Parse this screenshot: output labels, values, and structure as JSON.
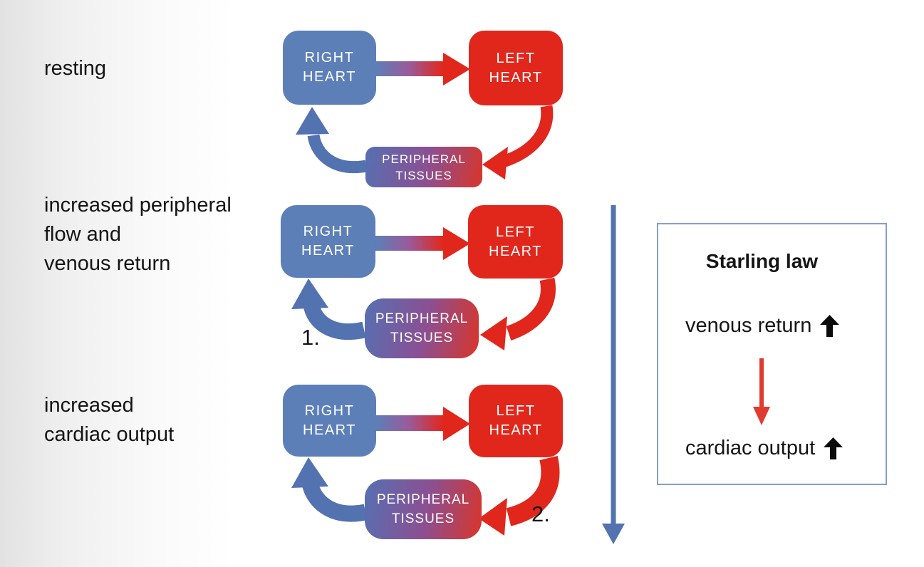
{
  "rows": [
    {
      "label": "resting"
    },
    {
      "label": "increased peripheral\nflow and\nvenous return"
    },
    {
      "label": "increased\ncardiac output"
    }
  ],
  "steps": {
    "one": "1.",
    "two": "2."
  },
  "boxes": {
    "right_heart": "RIGHT\nHEART",
    "left_heart": "LEFT\nHEART",
    "peripheral_tissues": "PERIPHERAL\nTISSUES"
  },
  "starling": {
    "title": "Starling law",
    "venous_label": "venous return",
    "cardiac_label": "cardiac output"
  },
  "icons": {
    "up_arrow": "bold-up-arrow-icon",
    "down_arrow": "red-down-arrow-icon",
    "long_down_arrow": "blue-long-down-arrow-icon"
  },
  "colors": {
    "heart_blue": "#5c7fb8",
    "heart_red": "#e1271c",
    "flow_blue": "#5372b0",
    "flow_red": "#e1271c",
    "gradient_mid": "#8a5093",
    "panel_border": "#84a0ca",
    "starling_red_arrow": "#e13b30",
    "background_left": "#e2e2e2",
    "box_text": "#ffffff",
    "label_text": "#141414"
  }
}
